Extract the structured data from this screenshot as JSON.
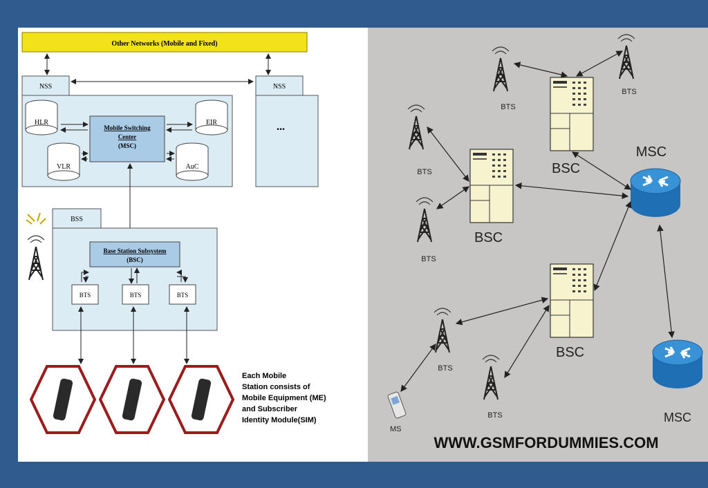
{
  "left_diagram": {
    "other_networks": "Other Networks (Mobile and Fixed)",
    "nss_label": "NSS",
    "nss_label_2": "NSS",
    "hlr": "HLR",
    "eir": "EIR",
    "vlr": "VLR",
    "auc": "AuC",
    "msc_title_1": "Mobile Switching",
    "msc_title_2": "Center",
    "msc_title_3": "(MSC)",
    "ellipsis": "...",
    "bss_label": "BSS",
    "bsc_title_1": "Base Station Subsystem",
    "bsc_title_2": "(BSC)",
    "bts_labels": [
      "BTS",
      "BTS",
      "BTS"
    ],
    "ms_note": [
      "Each Mobile",
      "Station consists of",
      "Mobile Equipment (ME)",
      "and Subscriber",
      "Identity Module(SIM)"
    ]
  },
  "right_diagram": {
    "bts": "BTS",
    "bsc": "BSC",
    "msc": "MSC",
    "ms": "MS",
    "watermark": "WWW.GSMFORDUMMIES.COM"
  },
  "colors": {
    "frame": "#2f5b8f",
    "yellow_bar": "#f2e21a",
    "nss_fill": "#dcecf5",
    "msc_fill": "#a9cbe6",
    "hex_stroke": "#9b1c1c",
    "right_bg": "#c8c6c4",
    "bsc_fill": "#f7f3cf",
    "msc_router": "#1f6fb5"
  }
}
